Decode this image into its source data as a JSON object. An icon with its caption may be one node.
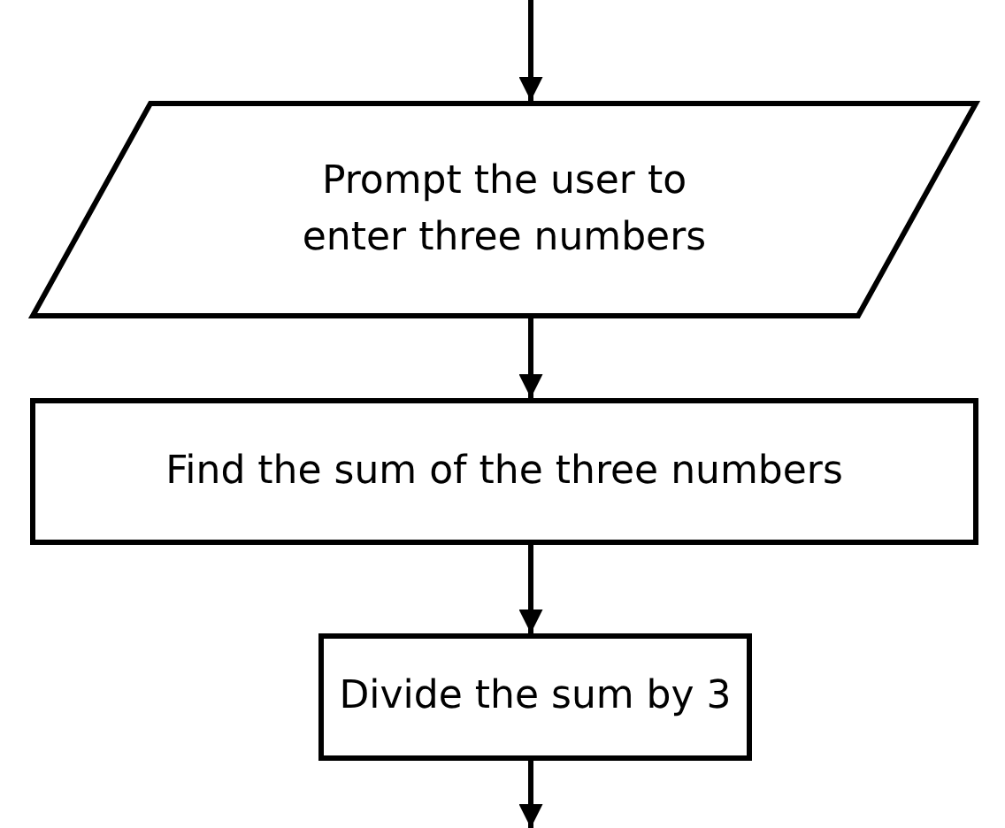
{
  "diagram": {
    "nodes": [
      {
        "text": [
          "Prompt the user to enter three numbers"
        ]
      },
      {
        "text": [
          "Find the sum of the three numbers"
        ]
      },
      {
        "text": [
          "Divide the sum by 3"
        ]
      }
    ],
    "edges": [
      {
        "from": null,
        "to": 0,
        "arrow": "to"
      },
      {
        "from": 0,
        "to": 1,
        "arrow": "to"
      },
      {
        "from": 1,
        "to": 2,
        "arrow": "to"
      },
      {
        "from": 2,
        "to": null,
        "arrow": "to"
      }
    ]
  }
}
